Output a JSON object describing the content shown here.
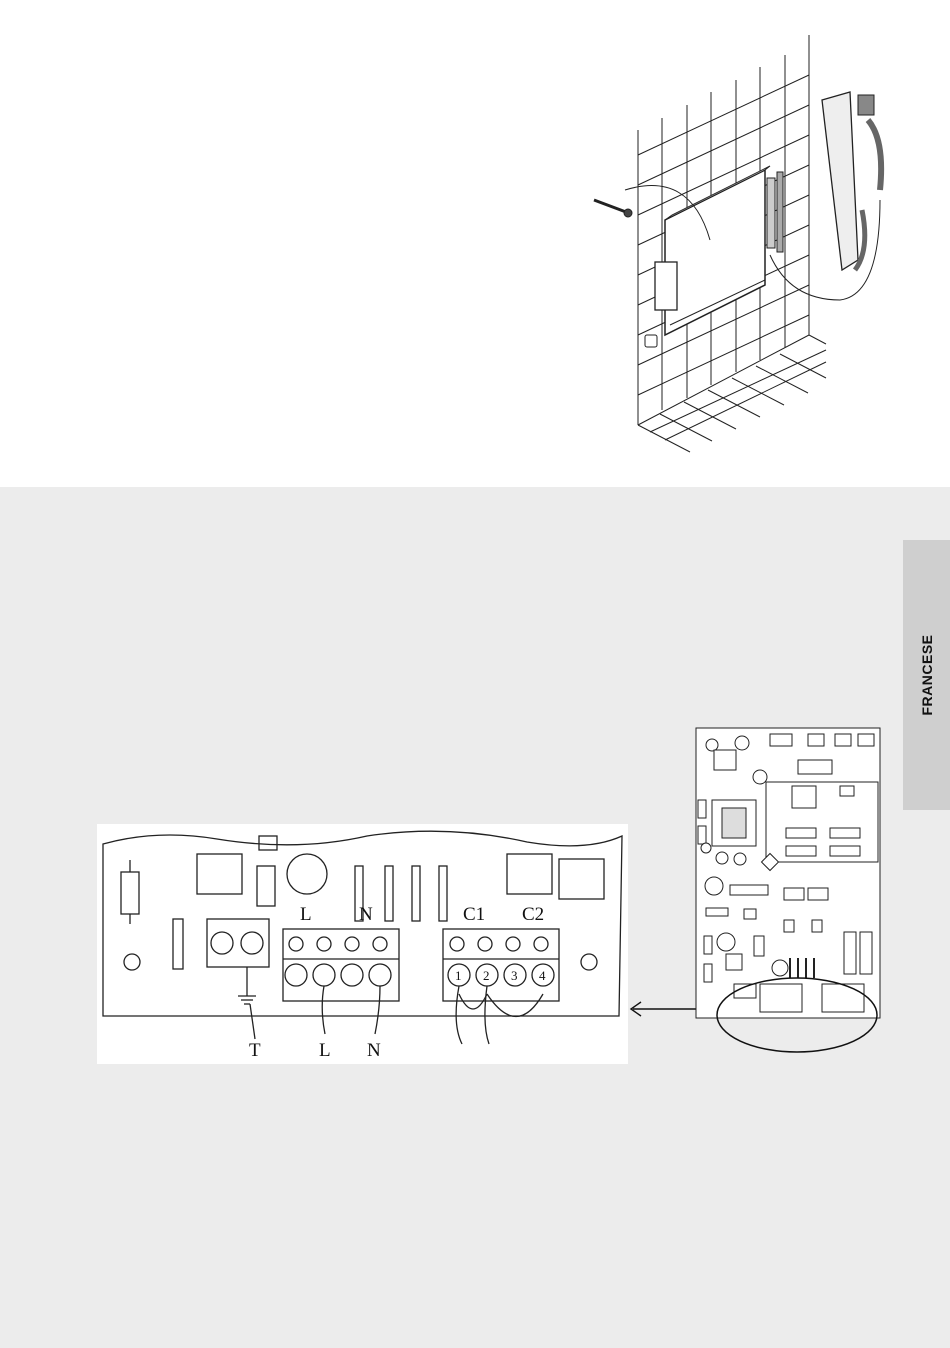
{
  "side_tab": {
    "label": "FRANCESE"
  },
  "terminal_diagram": {
    "top_labels": [
      "L",
      "N",
      "C1",
      "C2"
    ],
    "terminal_numbers": [
      "1",
      "2",
      "3",
      "4"
    ],
    "bottom_labels": [
      "T",
      "L",
      "N"
    ]
  }
}
